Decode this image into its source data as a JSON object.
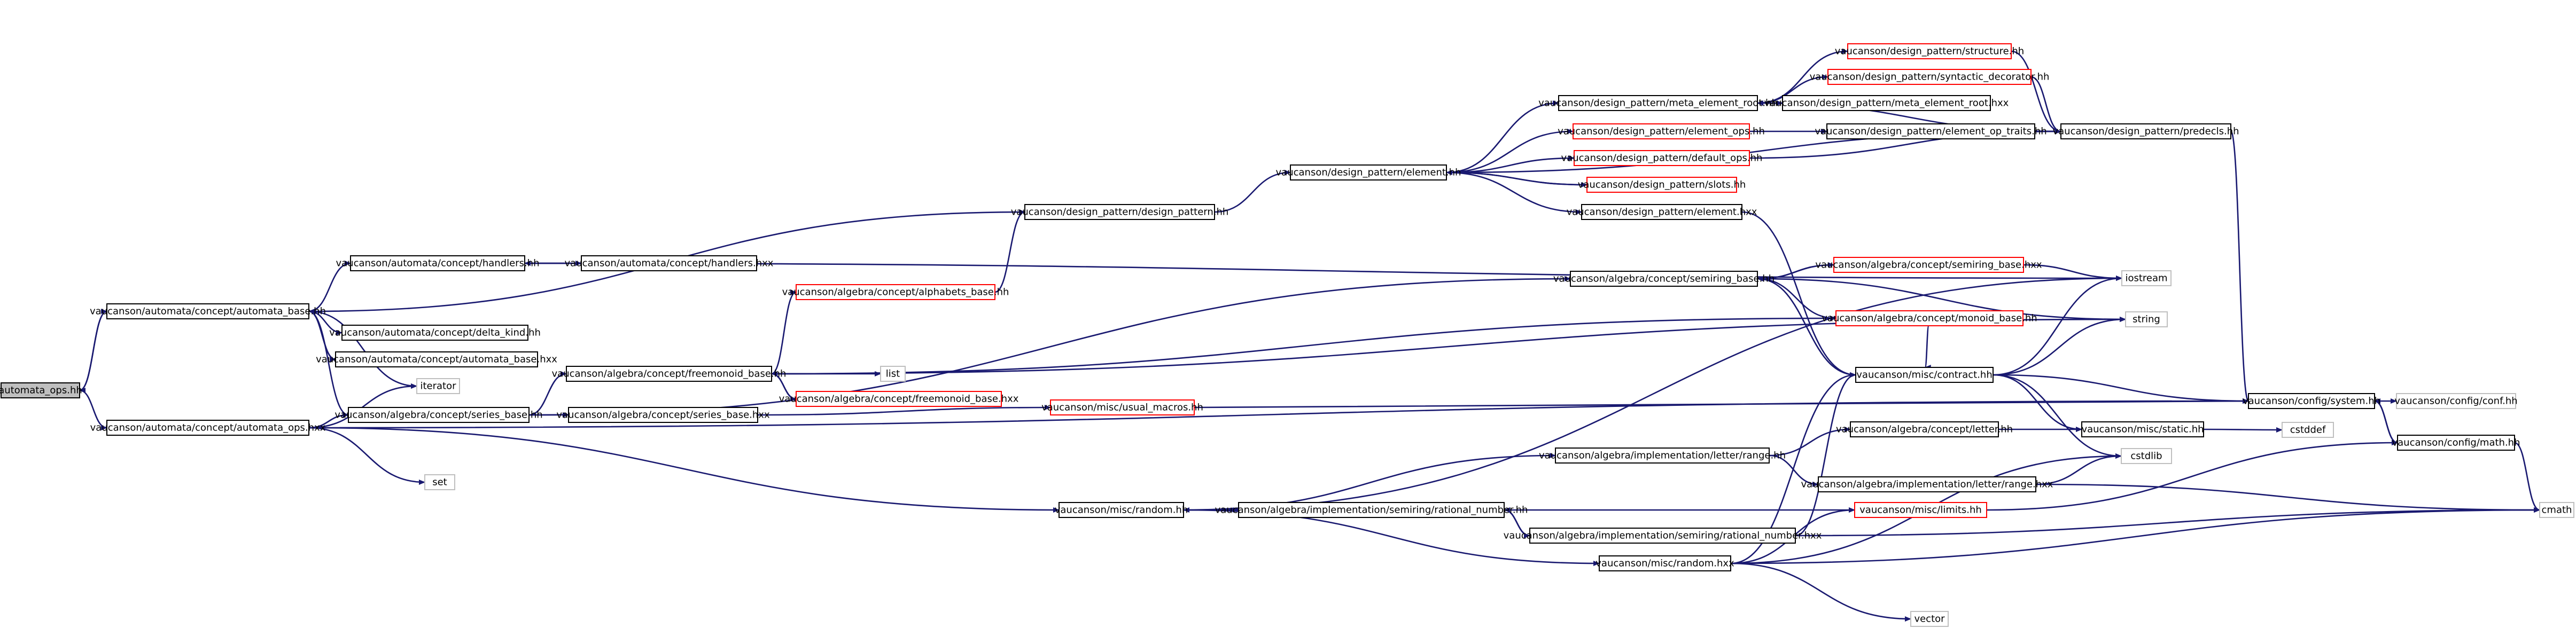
{
  "diagram": {
    "edge_color": "#191970",
    "nodes": [
      {
        "id": "automata_ops_hh",
        "label": "automata_ops.hh",
        "style": "root"
      },
      {
        "id": "automata_base_hh",
        "label": "vaucanson/automata/concept/automata_base.hh",
        "style": "black"
      },
      {
        "id": "automata_ops_hxx",
        "label": "vaucanson/automata/concept/automata_ops.hxx",
        "style": "black"
      },
      {
        "id": "handlers_hh",
        "label": "vaucanson/automata/concept/handlers.hh",
        "style": "black"
      },
      {
        "id": "handlers_hxx",
        "label": "vaucanson/automata/concept/handlers.hxx",
        "style": "black"
      },
      {
        "id": "delta_kind_hh",
        "label": "vaucanson/automata/concept/delta_kind.hh",
        "style": "black"
      },
      {
        "id": "automata_base_hxx",
        "label": "vaucanson/automata/concept/automata_base.hxx",
        "style": "black"
      },
      {
        "id": "iterator",
        "label": "iterator",
        "style": "grey"
      },
      {
        "id": "set",
        "label": "set",
        "style": "grey"
      },
      {
        "id": "series_base_hh",
        "label": "vaucanson/algebra/concept/series_base.hh",
        "style": "black"
      },
      {
        "id": "series_base_hxx",
        "label": "vaucanson/algebra/concept/series_base.hxx",
        "style": "black"
      },
      {
        "id": "freemonoid_base_hh",
        "label": "vaucanson/algebra/concept/freemonoid_base.hh",
        "style": "black"
      },
      {
        "id": "freemonoid_base_hxx",
        "label": "vaucanson/algebra/concept/freemonoid_base.hxx",
        "style": "red"
      },
      {
        "id": "alphabets_base_hh",
        "label": "vaucanson/algebra/concept/alphabets_base.hh",
        "style": "red"
      },
      {
        "id": "list",
        "label": "list",
        "style": "grey"
      },
      {
        "id": "design_pattern_hh",
        "label": "vaucanson/design_pattern/design_pattern.hh",
        "style": "black"
      },
      {
        "id": "element_hh",
        "label": "vaucanson/design_pattern/element.hh",
        "style": "black"
      },
      {
        "id": "meta_element_root_hh",
        "label": "vaucanson/design_pattern/meta_element_root.hh",
        "style": "black"
      },
      {
        "id": "meta_element_root_hxx",
        "label": "vaucanson/design_pattern/meta_element_root.hxx",
        "style": "black"
      },
      {
        "id": "structure_hh",
        "label": "vaucanson/design_pattern/structure.hh",
        "style": "red"
      },
      {
        "id": "syntactic_decorator_hh",
        "label": "vaucanson/design_pattern/syntactic_decorator.hh",
        "style": "red"
      },
      {
        "id": "element_ops_hh",
        "label": "vaucanson/design_pattern/element_ops.hh",
        "style": "red"
      },
      {
        "id": "element_op_traits_hh",
        "label": "vaucanson/design_pattern/element_op_traits.hh",
        "style": "black"
      },
      {
        "id": "default_ops_hh",
        "label": "vaucanson/design_pattern/default_ops.hh",
        "style": "red"
      },
      {
        "id": "slots_hh",
        "label": "vaucanson/design_pattern/slots.hh",
        "style": "red"
      },
      {
        "id": "element_hxx",
        "label": "vaucanson/design_pattern/element.hxx",
        "style": "black"
      },
      {
        "id": "predecls_hh",
        "label": "vaucanson/design_pattern/predecls.hh",
        "style": "black"
      },
      {
        "id": "semiring_base_hh",
        "label": "vaucanson/algebra/concept/semiring_base.hh",
        "style": "black"
      },
      {
        "id": "semiring_base_hxx",
        "label": "vaucanson/algebra/concept/semiring_base.hxx",
        "style": "red"
      },
      {
        "id": "monoid_base_hh",
        "label": "vaucanson/algebra/concept/monoid_base.hh",
        "style": "red"
      },
      {
        "id": "iostream",
        "label": "iostream",
        "style": "grey"
      },
      {
        "id": "string",
        "label": "string",
        "style": "grey"
      },
      {
        "id": "contract_hh",
        "label": "vaucanson/misc/contract.hh",
        "style": "black"
      },
      {
        "id": "usual_macros_hh",
        "label": "vaucanson/misc/usual_macros.hh",
        "style": "red"
      },
      {
        "id": "system_hh",
        "label": "vaucanson/config/system.hh",
        "style": "black"
      },
      {
        "id": "conf_hh",
        "label": "vaucanson/config/conf.hh",
        "style": "grey"
      },
      {
        "id": "math_hh",
        "label": "vaucanson/config/math.hh",
        "style": "black"
      },
      {
        "id": "cstddef",
        "label": "cstddef",
        "style": "grey"
      },
      {
        "id": "static_hh",
        "label": "vaucanson/misc/static.hh",
        "style": "black"
      },
      {
        "id": "letter_hh",
        "label": "vaucanson/algebra/concept/letter.hh",
        "style": "black"
      },
      {
        "id": "letter_range_hh",
        "label": "vaucanson/algebra/implementation/letter/range.hh",
        "style": "black"
      },
      {
        "id": "letter_range_hxx",
        "label": "vaucanson/algebra/implementation/letter/range.hxx",
        "style": "black"
      },
      {
        "id": "cstdlib",
        "label": "cstdlib",
        "style": "grey"
      },
      {
        "id": "random_hh",
        "label": "vaucanson/misc/random.hh",
        "style": "black"
      },
      {
        "id": "rational_number_hh",
        "label": "vaucanson/algebra/implementation/semiring/rational_number.hh",
        "style": "black"
      },
      {
        "id": "rational_number_hxx",
        "label": "vaucanson/algebra/implementation/semiring/rational_number.hxx",
        "style": "black"
      },
      {
        "id": "limits_hh",
        "label": "vaucanson/misc/limits.hh",
        "style": "red"
      },
      {
        "id": "random_hxx",
        "label": "vaucanson/misc/random.hxx",
        "style": "black"
      },
      {
        "id": "cmath",
        "label": "cmath",
        "style": "grey"
      },
      {
        "id": "vector",
        "label": "vector",
        "style": "grey"
      }
    ],
    "edges": [
      [
        "automata_ops_hh",
        "automata_base_hh"
      ],
      [
        "automata_ops_hh",
        "automata_ops_hxx"
      ],
      [
        "automata_base_hh",
        "automata_ops_hh"
      ],
      [
        "automata_base_hh",
        "design_pattern_hh"
      ],
      [
        "automata_base_hh",
        "handlers_hh"
      ],
      [
        "automata_base_hh",
        "delta_kind_hh"
      ],
      [
        "automata_base_hh",
        "automata_base_hxx"
      ],
      [
        "automata_base_hh",
        "iterator"
      ],
      [
        "automata_base_hh",
        "series_base_hh"
      ],
      [
        "automata_base_hxx",
        "automata_base_hh"
      ],
      [
        "handlers_hh",
        "handlers_hxx"
      ],
      [
        "handlers_hxx",
        "handlers_hh"
      ],
      [
        "handlers_hh",
        "iostream"
      ],
      [
        "automata_ops_hxx",
        "iterator"
      ],
      [
        "automata_ops_hxx",
        "set"
      ],
      [
        "automata_ops_hxx",
        "series_base_hh"
      ],
      [
        "automata_ops_hxx",
        "random_hh"
      ],
      [
        "automata_ops_hxx",
        "system_hh"
      ],
      [
        "series_base_hh",
        "freemonoid_base_hh"
      ],
      [
        "series_base_hh",
        "series_base_hxx"
      ],
      [
        "series_base_hh",
        "semiring_base_hh"
      ],
      [
        "series_base_hxx",
        "usual_macros_hh"
      ],
      [
        "freemonoid_base_hh",
        "alphabets_base_hh"
      ],
      [
        "freemonoid_base_hh",
        "freemonoid_base_hxx"
      ],
      [
        "freemonoid_base_hxx",
        "freemonoid_base_hh"
      ],
      [
        "freemonoid_base_hh",
        "list"
      ],
      [
        "freemonoid_base_hh",
        "string"
      ],
      [
        "freemonoid_base_hh",
        "monoid_base_hh"
      ],
      [
        "alphabets_base_hh",
        "design_pattern_hh"
      ],
      [
        "design_pattern_hh",
        "element_hh"
      ],
      [
        "element_hh",
        "meta_element_root_hh"
      ],
      [
        "element_hh",
        "element_ops_hh"
      ],
      [
        "element_hh",
        "default_ops_hh"
      ],
      [
        "element_hh",
        "slots_hh"
      ],
      [
        "element_hh",
        "element_hxx"
      ],
      [
        "element_hh",
        "predecls_hh"
      ],
      [
        "slots_hh",
        "element_hh"
      ],
      [
        "meta_element_root_hh",
        "structure_hh"
      ],
      [
        "meta_element_root_hh",
        "syntactic_decorator_hh"
      ],
      [
        "meta_element_root_hh",
        "meta_element_root_hxx"
      ],
      [
        "meta_element_root_hxx",
        "meta_element_root_hh"
      ],
      [
        "meta_element_root_hh",
        "predecls_hh"
      ],
      [
        "structure_hh",
        "predecls_hh"
      ],
      [
        "syntactic_decorator_hh",
        "predecls_hh"
      ],
      [
        "element_ops_hh",
        "element_op_traits_hh"
      ],
      [
        "element_op_traits_hh",
        "predecls_hh"
      ],
      [
        "default_ops_hh",
        "predecls_hh"
      ],
      [
        "element_hxx",
        "contract_hh"
      ],
      [
        "predecls_hh",
        "system_hh"
      ],
      [
        "semiring_base_hh",
        "semiring_base_hxx"
      ],
      [
        "semiring_base_hxx",
        "semiring_base_hh"
      ],
      [
        "semiring_base_hh",
        "monoid_base_hh"
      ],
      [
        "semiring_base_hh",
        "string"
      ],
      [
        "semiring_base_hh",
        "contract_hh"
      ],
      [
        "semiring_base_hxx",
        "iostream"
      ],
      [
        "monoid_base_hh",
        "contract_hh"
      ],
      [
        "contract_hh",
        "iostream"
      ],
      [
        "contract_hh",
        "string"
      ],
      [
        "contract_hh",
        "system_hh"
      ],
      [
        "contract_hh",
        "static_hh"
      ],
      [
        "contract_hh",
        "cstdlib"
      ],
      [
        "usual_macros_hh",
        "system_hh"
      ],
      [
        "system_hh",
        "conf_hh"
      ],
      [
        "system_hh",
        "math_hh"
      ],
      [
        "math_hh",
        "system_hh"
      ],
      [
        "math_hh",
        "cmath"
      ],
      [
        "static_hh",
        "cstddef"
      ],
      [
        "letter_range_hh",
        "letter_hh"
      ],
      [
        "letter_range_hh",
        "letter_range_hxx"
      ],
      [
        "letter_hh",
        "static_hh"
      ],
      [
        "letter_range_hxx",
        "cstdlib"
      ],
      [
        "letter_range_hxx",
        "cmath"
      ],
      [
        "random_hh",
        "letter_range_hh"
      ],
      [
        "random_hh",
        "rational_number_hh"
      ],
      [
        "random_hh",
        "random_hxx"
      ],
      [
        "random_hh",
        "iostream"
      ],
      [
        "rational_number_hh",
        "random_hh"
      ],
      [
        "rational_number_hh",
        "rational_number_hxx"
      ],
      [
        "rational_number_hh",
        "limits_hh"
      ],
      [
        "rational_number_hxx",
        "rational_number_hh"
      ],
      [
        "rational_number_hxx",
        "contract_hh"
      ],
      [
        "rational_number_hxx",
        "cmath"
      ],
      [
        "random_hxx",
        "limits_hh"
      ],
      [
        "random_hxx",
        "cstdlib"
      ],
      [
        "random_hxx",
        "cmath"
      ],
      [
        "random_hxx",
        "vector"
      ],
      [
        "random_hxx",
        "contract_hh"
      ],
      [
        "limits_hh",
        "math_hh"
      ]
    ]
  }
}
